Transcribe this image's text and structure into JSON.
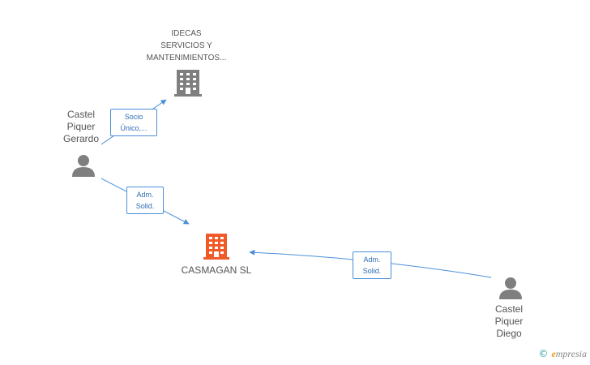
{
  "nodes": {
    "company_top": {
      "lines": [
        "IDECAS",
        "SERVICIOS Y",
        "MANTENIMIENTOS..."
      ],
      "icon": "building-icon",
      "color": "#7f7f7f"
    },
    "company_main": {
      "label": "CASMAGAN SL",
      "icon": "building-icon",
      "color": "#f05a28"
    },
    "person_gerardo": {
      "lines": [
        "Castel",
        "Piquer",
        "Gerardo"
      ],
      "icon": "person-icon",
      "color": "#7f7f7f"
    },
    "person_diego": {
      "lines": [
        "Castel",
        "Piquer",
        "Diego"
      ],
      "icon": "person-icon",
      "color": "#7f7f7f"
    }
  },
  "edges": {
    "gerardo_to_idecas": {
      "lines": [
        "Socio",
        "Único,..."
      ]
    },
    "gerardo_to_casmagan": {
      "lines": [
        "Adm.",
        "Solid."
      ]
    },
    "diego_to_casmagan": {
      "lines": [
        "Adm.",
        "Solid."
      ]
    }
  },
  "edge_color": "#4a90d9",
  "brand": {
    "copyright": "©",
    "initial": "e",
    "rest": "mpresia"
  }
}
